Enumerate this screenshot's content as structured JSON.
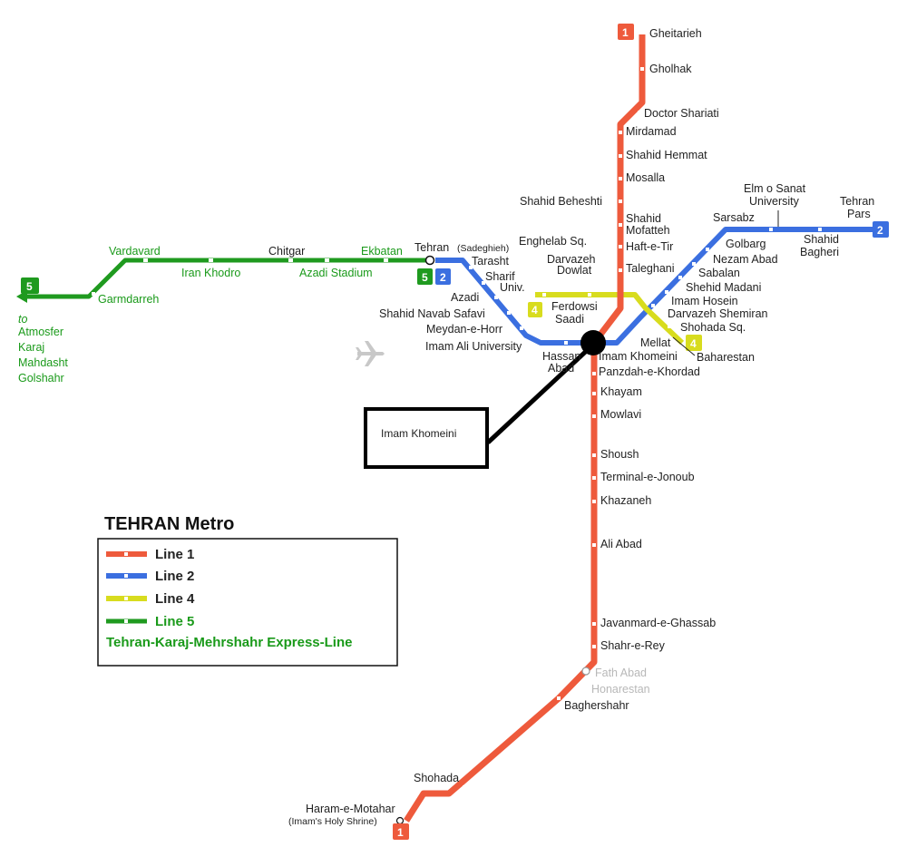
{
  "colors": {
    "line1": "#ee5a3c",
    "line2": "#3b6fe0",
    "line4": "#d8dc1e",
    "line5": "#1f9a1f",
    "text_green": "#1a9a1a",
    "station_dot": "#ffffff",
    "faded_text": "#b8b8b8"
  },
  "badges": {
    "line1_top": "1",
    "line1_bottom": "1",
    "line2_east": "2",
    "line2_west": "2",
    "line5_junction": "5",
    "line5_west": "5",
    "line4_west": "4",
    "line4_east": "4"
  },
  "stations": {
    "gheitarieh": "Gheitarieh",
    "gholhak": "Gholhak",
    "doctor_shariati": "Doctor Shariati",
    "mirdamad": "Mirdamad",
    "shahid_hemmat": "Shahid Hemmat",
    "mosalla": "Mosalla",
    "shahid_beheshti": "Shahid Beheshti",
    "shahid_mofatteh_1": "Shahid",
    "shahid_mofatteh_2": "Mofatteh",
    "haft_e_tir": "Haft-e-Tir",
    "taleghani": "Taleghani",
    "darvazeh_dowlat_1": "Darvazeh",
    "darvazeh_dowlat_2": "Dowlat",
    "enghelab": "Enghelab Sq.",
    "ferdowsi": "Ferdowsi",
    "saadi": "Saadi",
    "sarsabz": "Sarsabz",
    "elm_o_sanat_1": "Elm o Sanat",
    "elm_o_sanat_2": "University",
    "tehran_pars_1": "Tehran",
    "tehran_pars_2": "Pars",
    "golbarg": "Golbarg",
    "shahid_bagheri_1": "Shahid",
    "shahid_bagheri_2": "Bagheri",
    "nezam_abad": "Nezam Abad",
    "sabalan": "Sabalan",
    "shahid_madani": "Shehid Madani",
    "imam_hosein": "Imam Hosein",
    "darvazeh_shemiran": "Darvazeh Shemiran",
    "shohada_sq": "Shohada Sq.",
    "baharestan": "Baharestan",
    "mellat": "Mellat",
    "imam_khomeini": "Imam Khomeini",
    "hassan_abad_1": "Hassan",
    "hassan_abad_2": "Abad",
    "panzdah_khordad": "Panzdah-e-Khordad",
    "khayam": "Khayam",
    "mowlavi": "Mowlavi",
    "shoush": "Shoush",
    "terminal_jonoub": "Terminal-e-Jonoub",
    "khazaneh": "Khazaneh",
    "ali_abad": "Ali Abad",
    "javanmard": "Javanmard-e-Ghassab",
    "shahr_e_rey": "Shahr-e-Rey",
    "fath_abad": "Fath Abad",
    "honarestan": "Honarestan",
    "baghershahr": "Baghershahr",
    "shohada_south": "Shohada",
    "haram_motahar": "Haram-e-Motahar",
    "imams_shrine": "(Imam's Holy Shrine)",
    "tehran_sadeghieh": "Tehran",
    "sadeghieh_paren": "(Sadeghieh)",
    "tarasht": "Tarasht",
    "sharif_1": "Sharif",
    "sharif_2": "Univ.",
    "azadi": "Azadi",
    "shahid_navab": "Shahid Navab Safavi",
    "meydan_horr": "Meydan-e-Horr",
    "imam_ali_univ": "Imam Ali University",
    "vardavard": "Vardavard",
    "iran_khodro": "Iran Khodro",
    "chitgar": "Chitgar",
    "azadi_stadium": "Azadi Stadium",
    "ekbatan": "Ekbatan",
    "garmdarreh": "Garmdarreh"
  },
  "destinations": [
    "to",
    "Atmosfer",
    "Karaj",
    "Mahdasht",
    "Golshahr"
  ],
  "callout": {
    "label": "Imam Khomeini"
  },
  "legend": {
    "title": "TEHRAN Metro",
    "items": [
      {
        "label": "Line 1",
        "color": "#ee5a3c"
      },
      {
        "label": "Line 2",
        "color": "#3b6fe0"
      },
      {
        "label": "Line 4",
        "color": "#d8dc1e"
      },
      {
        "label": "Line 5",
        "color": "#1f9a1f"
      }
    ],
    "express_line": "Tehran-Karaj-Mehrshahr Express-Line"
  }
}
